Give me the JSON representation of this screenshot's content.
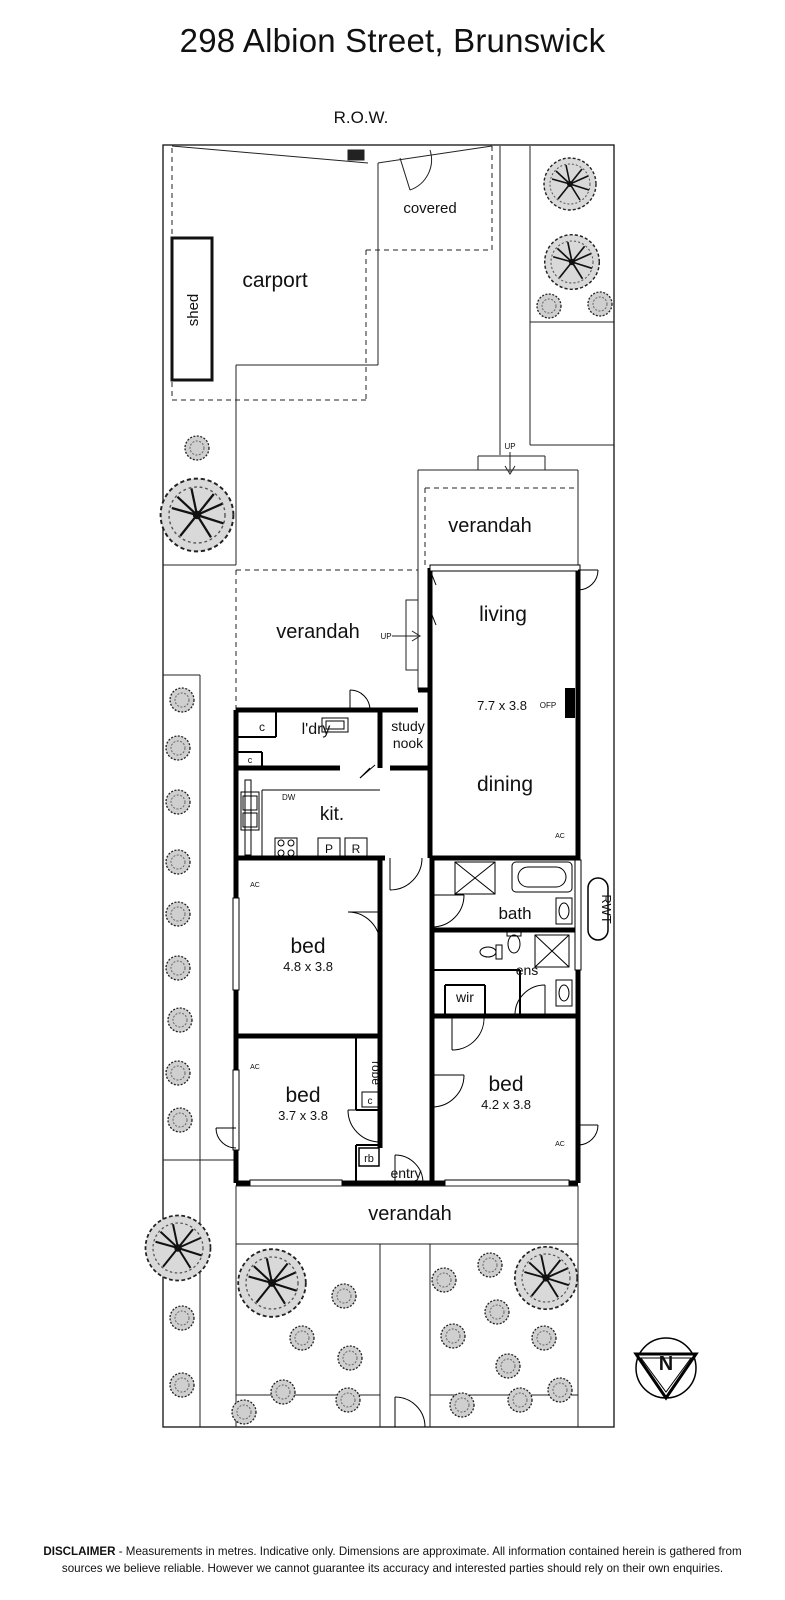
{
  "title": "298 Albion Street, Brunswick",
  "rooms": {
    "row": "R.O.W.",
    "covered": "covered",
    "carport": "carport",
    "shed": "shed",
    "rear_verandah": "verandah",
    "side_verandah": "verandah",
    "front_verandah": "verandah",
    "living": "living",
    "living_dim": "7.7 x 3.8",
    "ofp": "OFP",
    "dining": "dining",
    "laundry": "l'dry",
    "study_line1": "study",
    "study_line2": "nook",
    "kitchen": "kit.",
    "dw": "DW",
    "pantry": "P",
    "fridge": "R",
    "cupboard_c1": "c",
    "cupboard_c2": "c",
    "cupboard_c3": "c",
    "bath": "bath",
    "rwt": "RWT",
    "ens": "ens",
    "wir": "wir",
    "bed1": "bed",
    "bed1_dim": "4.8 x 3.8",
    "bed2": "bed",
    "bed2_dim": "3.7 x 3.8",
    "bed3": "bed",
    "bed3_dim": "4.2 x 3.8",
    "robe": "robe",
    "rb": "rb",
    "entry": "entry",
    "ac": "AC",
    "up": "UP",
    "compass_n": "N"
  },
  "disclaimer": {
    "heading": "DISCLAIMER",
    "text": " - Measurements in metres. Indicative only. Dimensions are approximate. All information contained herein is gathered from sources we believe reliable. However we cannot guarantee its accuracy and interested parties should rely on their own enquiries."
  }
}
